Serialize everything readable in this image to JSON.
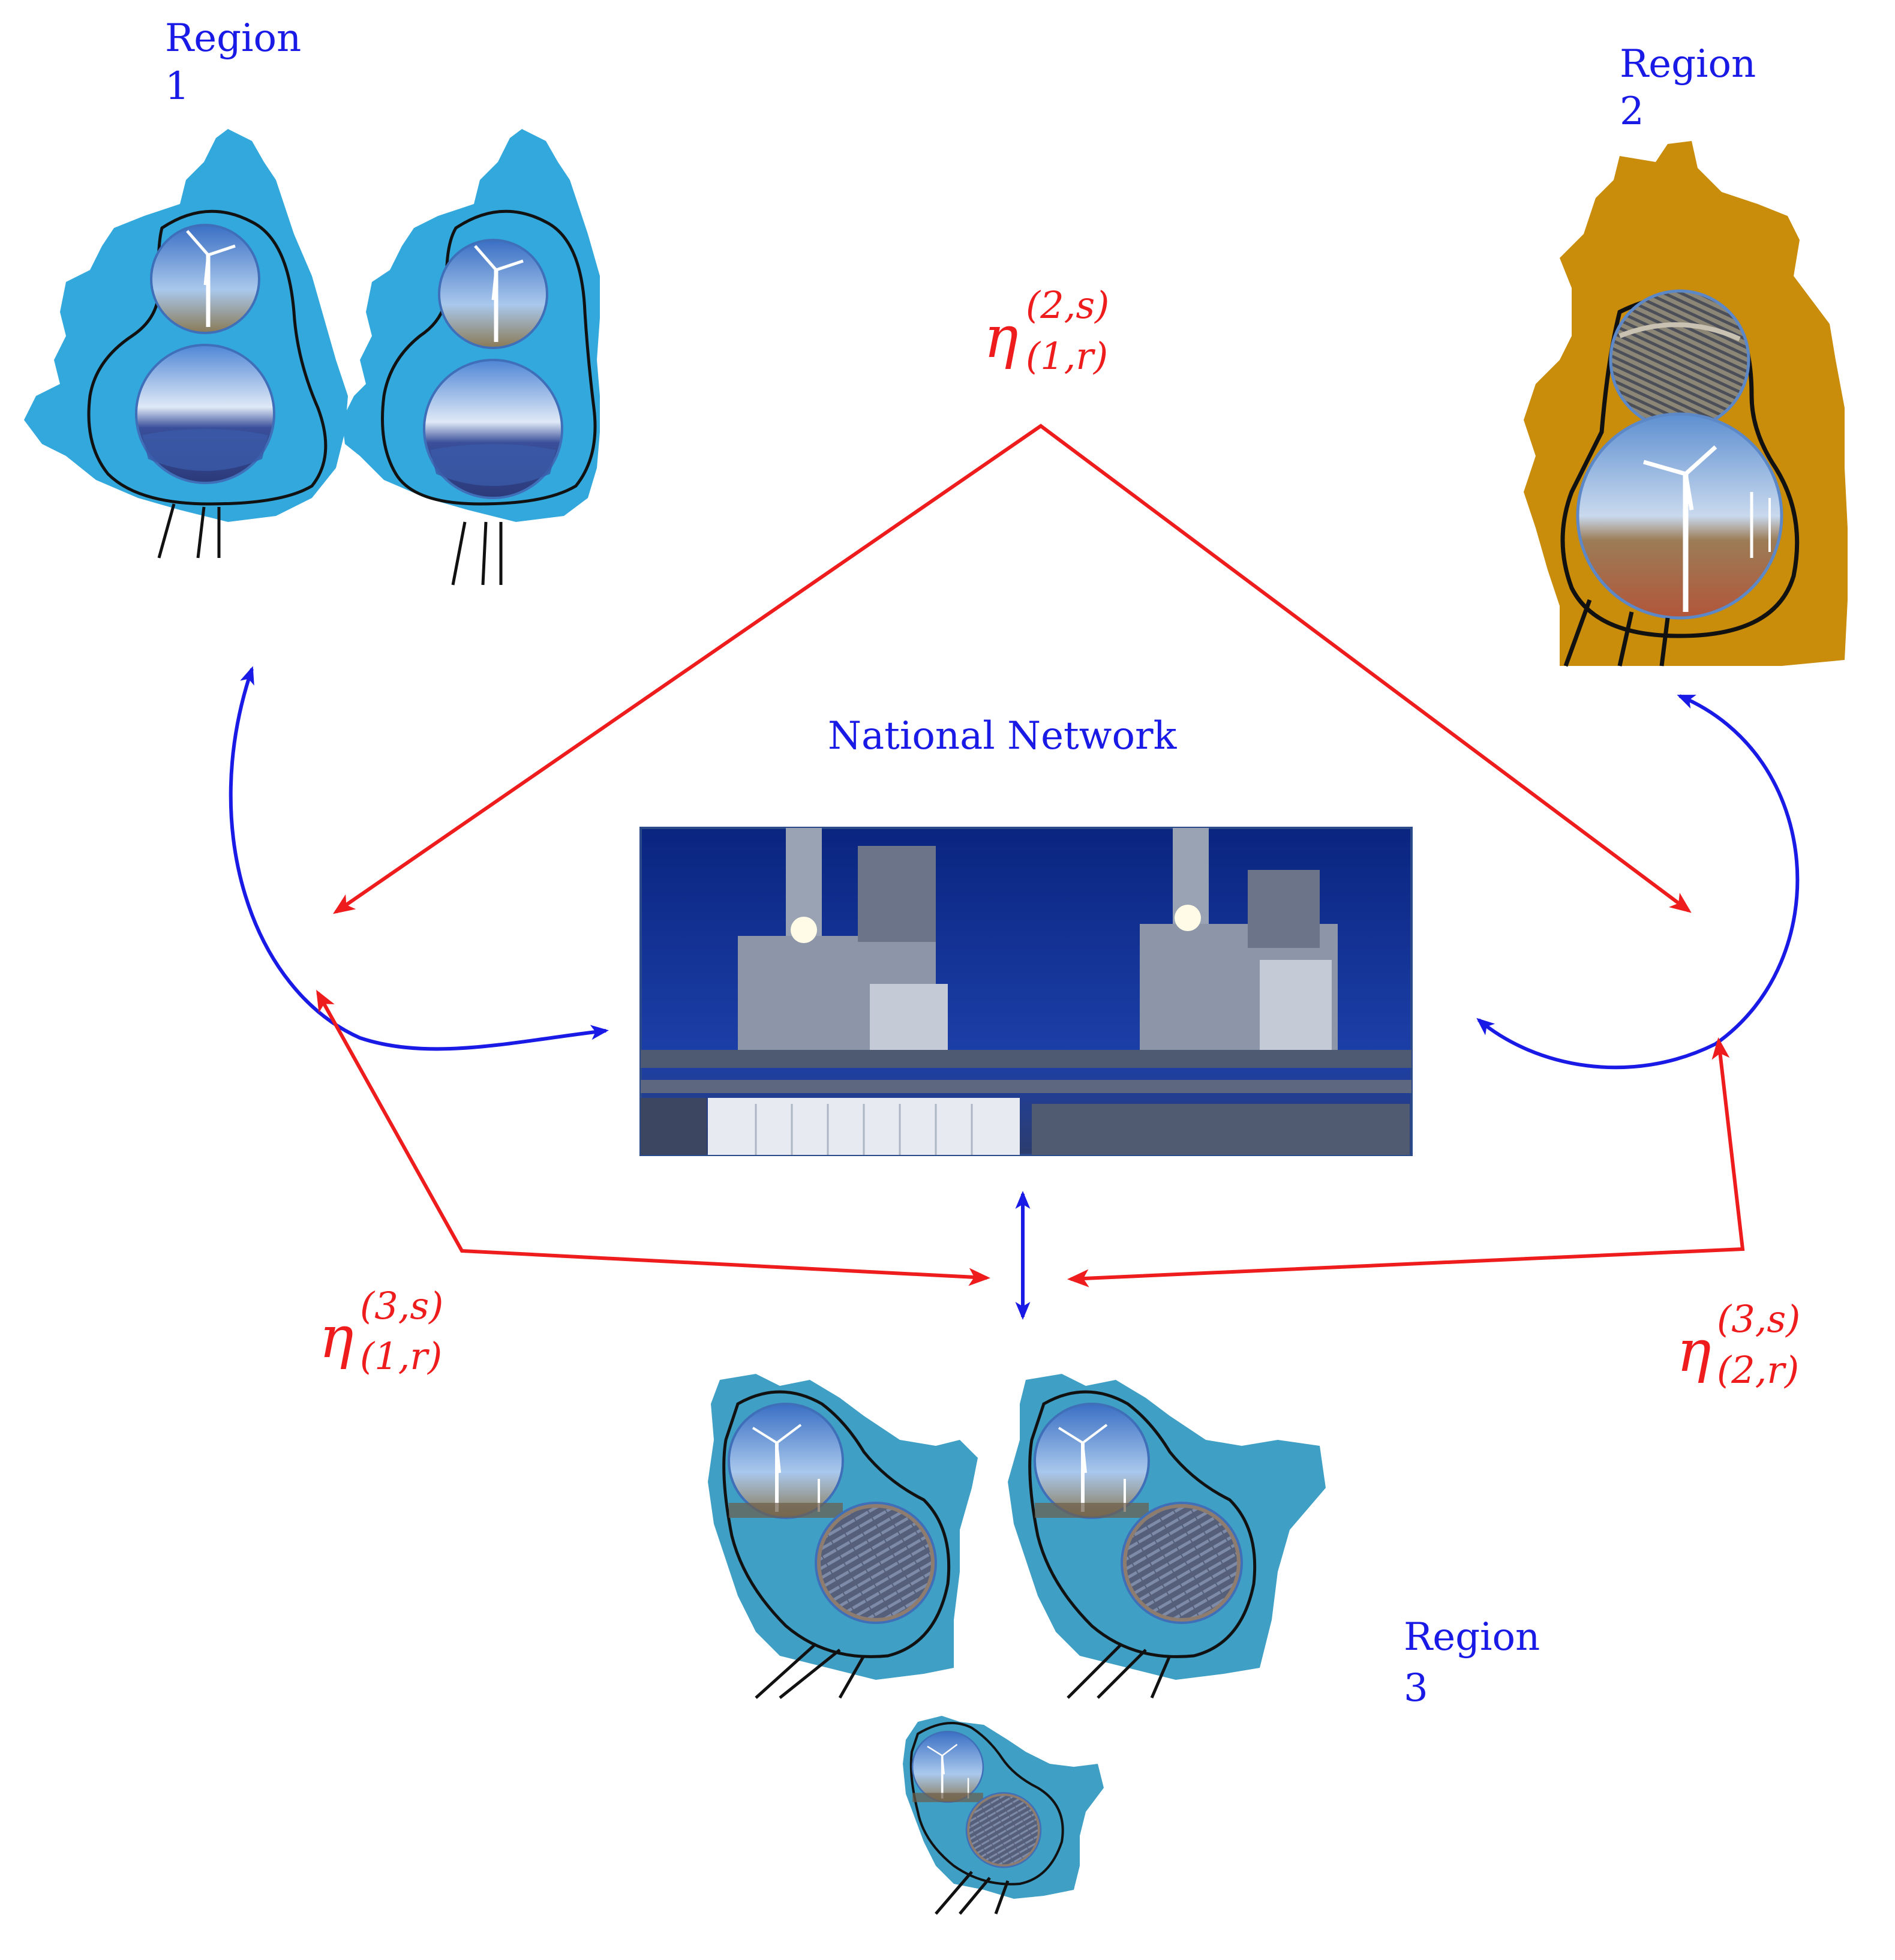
{
  "labels": {
    "region1": [
      "Region",
      "1"
    ],
    "region2": [
      "Region",
      "2"
    ],
    "region3": [
      "Region",
      "3"
    ],
    "network": "National Network"
  },
  "flows": {
    "eta_1_2": {
      "symbol": "η",
      "sup": "(2,s)",
      "sub": "(1,r)"
    },
    "eta_1_3": {
      "symbol": "η",
      "sup": "(3,s)",
      "sub": "(1,r)"
    },
    "eta_2_3": {
      "symbol": "η",
      "sup": "(3,s)",
      "sub": "(2,r)"
    }
  },
  "colors": {
    "label_blue": "#1a1ae6",
    "flow_red": "#ee1c1c",
    "region1_fill": "#33a8dc",
    "region2_fill": "#c98c0b",
    "region3_fill": "#3f9fc4",
    "network_sky": "#0e2a8c"
  }
}
